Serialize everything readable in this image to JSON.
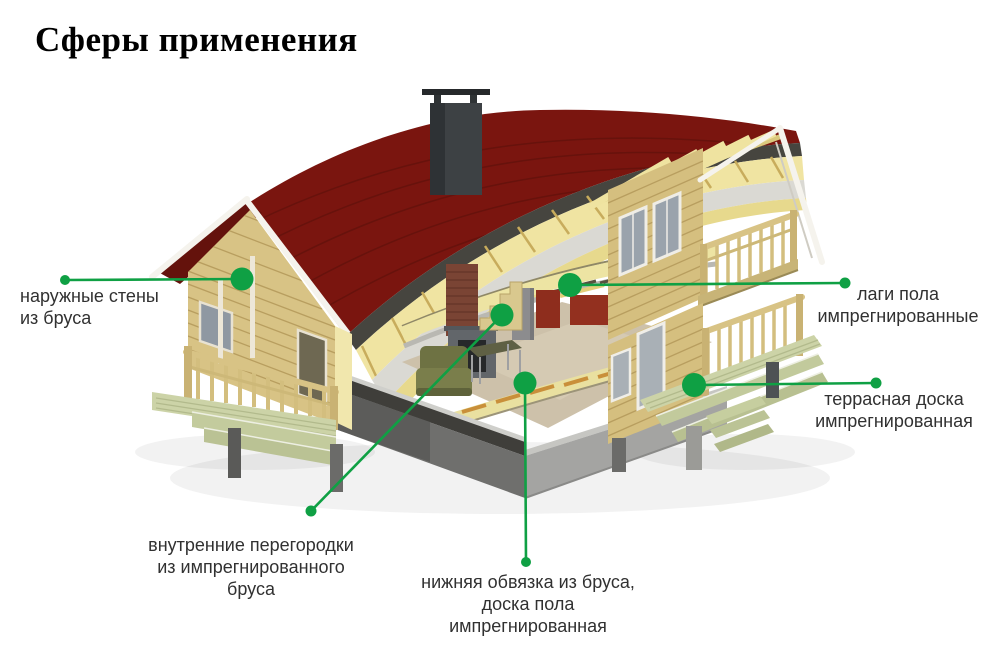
{
  "title": "Сферы применения",
  "labels": [
    {
      "id": "exterior-walls",
      "text": "наружные стены\nиз бруса"
    },
    {
      "id": "floor-joists",
      "text": "лаги пола\nимпрегнированные"
    },
    {
      "id": "terrace-board",
      "text": "террасная доска\nимпрегнированная"
    },
    {
      "id": "partitions",
      "text": "внутренние перегородки\nиз импрегнированного\nбруса"
    },
    {
      "id": "bottom-frame",
      "text": "нижняя обвязка из бруса,\nдоска пола\nимпрегнированная"
    }
  ],
  "colors": {
    "accent_green": "#0FA044",
    "roof_red": "#7A150F",
    "timber": "#D8C385",
    "rafter_yellow": "#F0E4A2",
    "deck_green": "#CCD3A7",
    "concrete_gray": "#A4A4A2",
    "chimney_gray": "#3D4144",
    "text": "#313131",
    "title_text": "#000000"
  }
}
